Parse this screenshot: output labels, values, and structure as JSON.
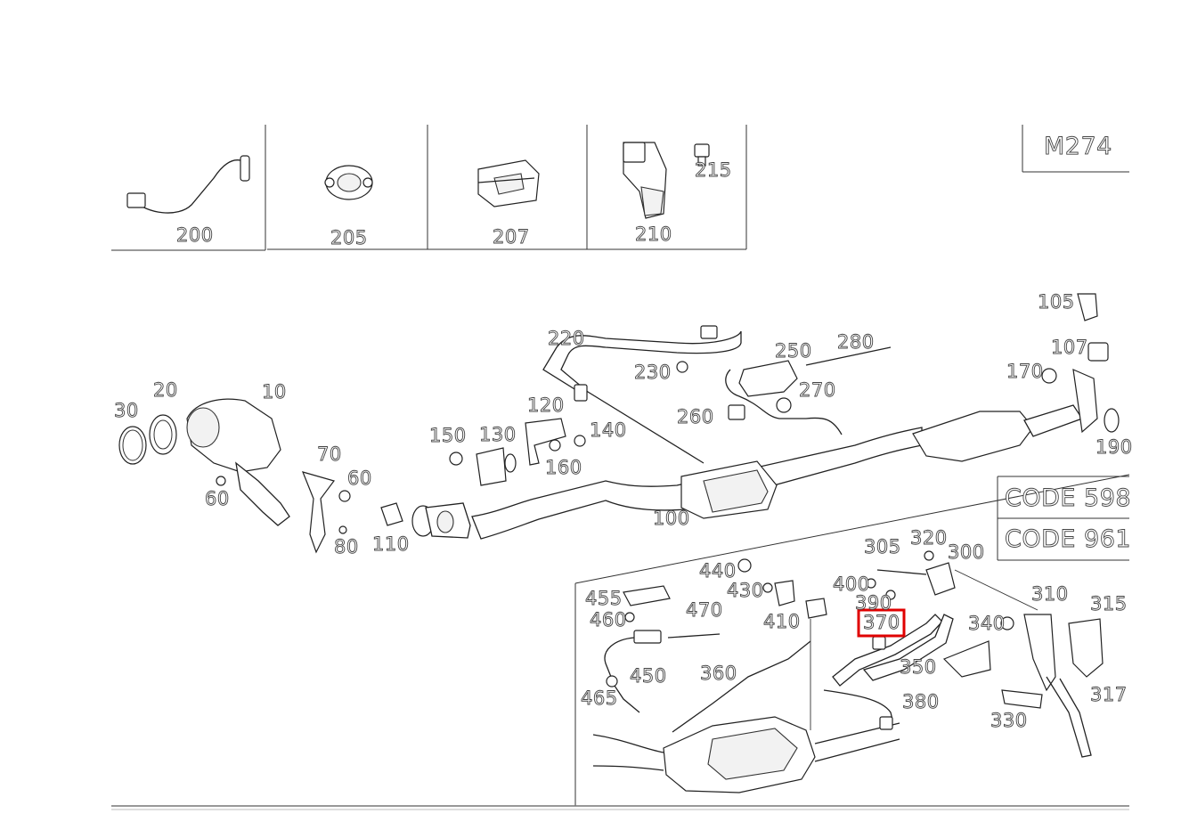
{
  "engine_code": "M274",
  "code_boxes": [
    "CODE 598",
    "CODE 961"
  ],
  "highlighted_part": "370",
  "highlight_color": "#e00000",
  "top_panels": [
    {
      "label": "200"
    },
    {
      "label": "205"
    },
    {
      "label": "207"
    },
    {
      "label": "210"
    },
    {
      "label": "215"
    }
  ],
  "main_labels": {
    "p10": "10",
    "p20": "20",
    "p30": "30",
    "p60a": "60",
    "p60b": "60",
    "p70": "70",
    "p80": "80",
    "p100": "100",
    "p105": "105",
    "p107": "107",
    "p110": "110",
    "p120": "120",
    "p130": "130",
    "p140": "140",
    "p150": "150",
    "p160": "160",
    "p170": "170",
    "p190": "190",
    "p220": "220",
    "p230": "230",
    "p250": "250",
    "p260": "260",
    "p270": "270",
    "p280": "280"
  },
  "inset_labels": {
    "p300": "300",
    "p305": "305",
    "p310": "310",
    "p315": "315",
    "p317": "317",
    "p320": "320",
    "p330": "330",
    "p340": "340",
    "p350": "350",
    "p360": "360",
    "p370": "370",
    "p380": "380",
    "p390": "390",
    "p400": "400",
    "p410": "410",
    "p430": "430",
    "p440": "440",
    "p450": "450",
    "p455": "455",
    "p460": "460",
    "p465": "465",
    "p470": "470"
  }
}
